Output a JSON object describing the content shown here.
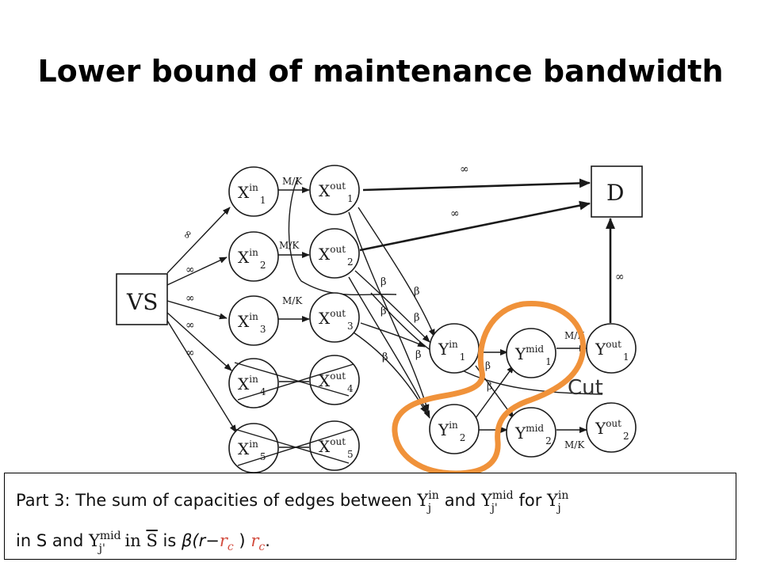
{
  "title": "Lower bound of maintenance bandwidth",
  "diagram": {
    "nodes": {
      "vs": "VS",
      "d": "D",
      "x_in": [
        {
          "base": "X",
          "sup": "in",
          "sub": "1"
        },
        {
          "base": "X",
          "sup": "in",
          "sub": "2"
        },
        {
          "base": "X",
          "sup": "in",
          "sub": "3"
        },
        {
          "base": "X",
          "sup": "in",
          "sub": "4"
        },
        {
          "base": "X",
          "sup": "in",
          "sub": "5"
        }
      ],
      "x_out": [
        {
          "base": "X",
          "sup": "out",
          "sub": "1"
        },
        {
          "base": "X",
          "sup": "out",
          "sub": "2"
        },
        {
          "base": "X",
          "sup": "out",
          "sub": "3"
        },
        {
          "base": "X",
          "sup": "out",
          "sub": "4"
        },
        {
          "base": "X",
          "sup": "out",
          "sub": "5"
        }
      ],
      "y_in": [
        {
          "base": "Y",
          "sup": "in",
          "sub": "1"
        },
        {
          "base": "Y",
          "sup": "in",
          "sub": "2"
        }
      ],
      "y_mid": [
        {
          "base": "Y",
          "sup": "mid",
          "sub": "1"
        },
        {
          "base": "Y",
          "sup": "mid",
          "sub": "2"
        }
      ],
      "y_out": [
        {
          "base": "Y",
          "sup": "out",
          "sub": "1"
        },
        {
          "base": "Y",
          "sup": "out",
          "sub": "2"
        }
      ]
    },
    "edge_labels": {
      "infinity": "∞",
      "mk": "M/K",
      "beta": "β",
      "cut": "Cut"
    },
    "colors": {
      "cut_curve": "#f0923a",
      "ink": "#1a1a1a",
      "cut_text": "#333333"
    }
  },
  "caption": {
    "line1_prefix": "Part 3: The sum of capacities of edges between ",
    "Y": "Y",
    "sup_in": "in",
    "sup_mid": "mid",
    "sub_j": "j",
    "sub_jp": "j'",
    "and": "and",
    "for": "for",
    "line2_prefix": "in S and",
    "in_word": "in",
    "S_bar": "S",
    "is_text": "is",
    "beta": "β",
    "open_r": "(r−",
    "rc_r": "r",
    "rc_c": "c",
    "close": ")",
    "period": "."
  }
}
